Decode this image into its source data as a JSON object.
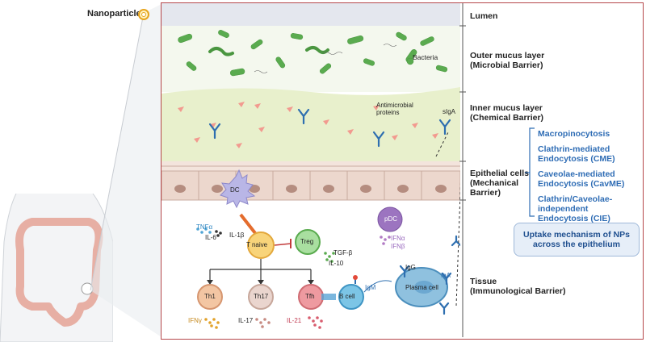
{
  "labels": {
    "nanoparticles": "Nanoparticles",
    "bacteria": "Bacteria",
    "antimicrobial_proteins_line1": "Antimicrobial",
    "antimicrobial_proteins_line2": "proteins",
    "siga": "sIgA",
    "dc": "DC",
    "pdc": "pDC",
    "t_naive": "T naive",
    "treg": "Treg",
    "th1": "Th1",
    "th17": "Th17",
    "tfh": "Tfh",
    "b_cell": "B cell",
    "plasma_cell": "Plasma cell",
    "tnfa": "TNFα",
    "il6": "IL-6",
    "il1b": "IL-1β",
    "tgfb": "TGF-β",
    "il10": "IL-10",
    "ifna": "IFNα",
    "ifnb": "IFNβ",
    "ifng": "IFNγ",
    "il17": "IL-17",
    "il21": "IL-21",
    "igm": "IgM",
    "igg": "IgG",
    "iga": "IgA"
  },
  "layers": {
    "lumen": "Lumen",
    "outer_mucus_1": "Outer mucus layer",
    "outer_mucus_2": "(Microbial Barrier)",
    "inner_mucus_1": "Inner mucus layer",
    "inner_mucus_2": "(Chemical Barrier)",
    "epithelial_1": "Epithelial cells",
    "epithelial_2": "(Mechanical",
    "epithelial_3": "Barrier)",
    "tissue_1": "Tissue",
    "tissue_2": "(Immunological Barrier)"
  },
  "uptake": {
    "mechanisms": [
      "Macropinocytosis",
      "Clathrin-mediated",
      "Endocytosis (CME)",
      "Caveolae-mediated",
      "Endocytosis (CavME)",
      "Clathrin/Caveolae-",
      "independent",
      "Endocytosis (CIE)"
    ],
    "box_line1": "Uptake mechanism of NPs",
    "box_line2": "across the epithelium"
  },
  "colors": {
    "frame": "#b5474a",
    "bacteria": "#5aab4f",
    "inner_mucus": "#eaf2d0",
    "outer_mucus": "#f4f8ee",
    "amp": "#f29a8f",
    "antibody": "#2e6fb0",
    "epithelium": "#ecd7cd",
    "nucleus": "#b58d80",
    "uptake_text": "#2f6db5",
    "uptake_box": "#e6eef8"
  }
}
